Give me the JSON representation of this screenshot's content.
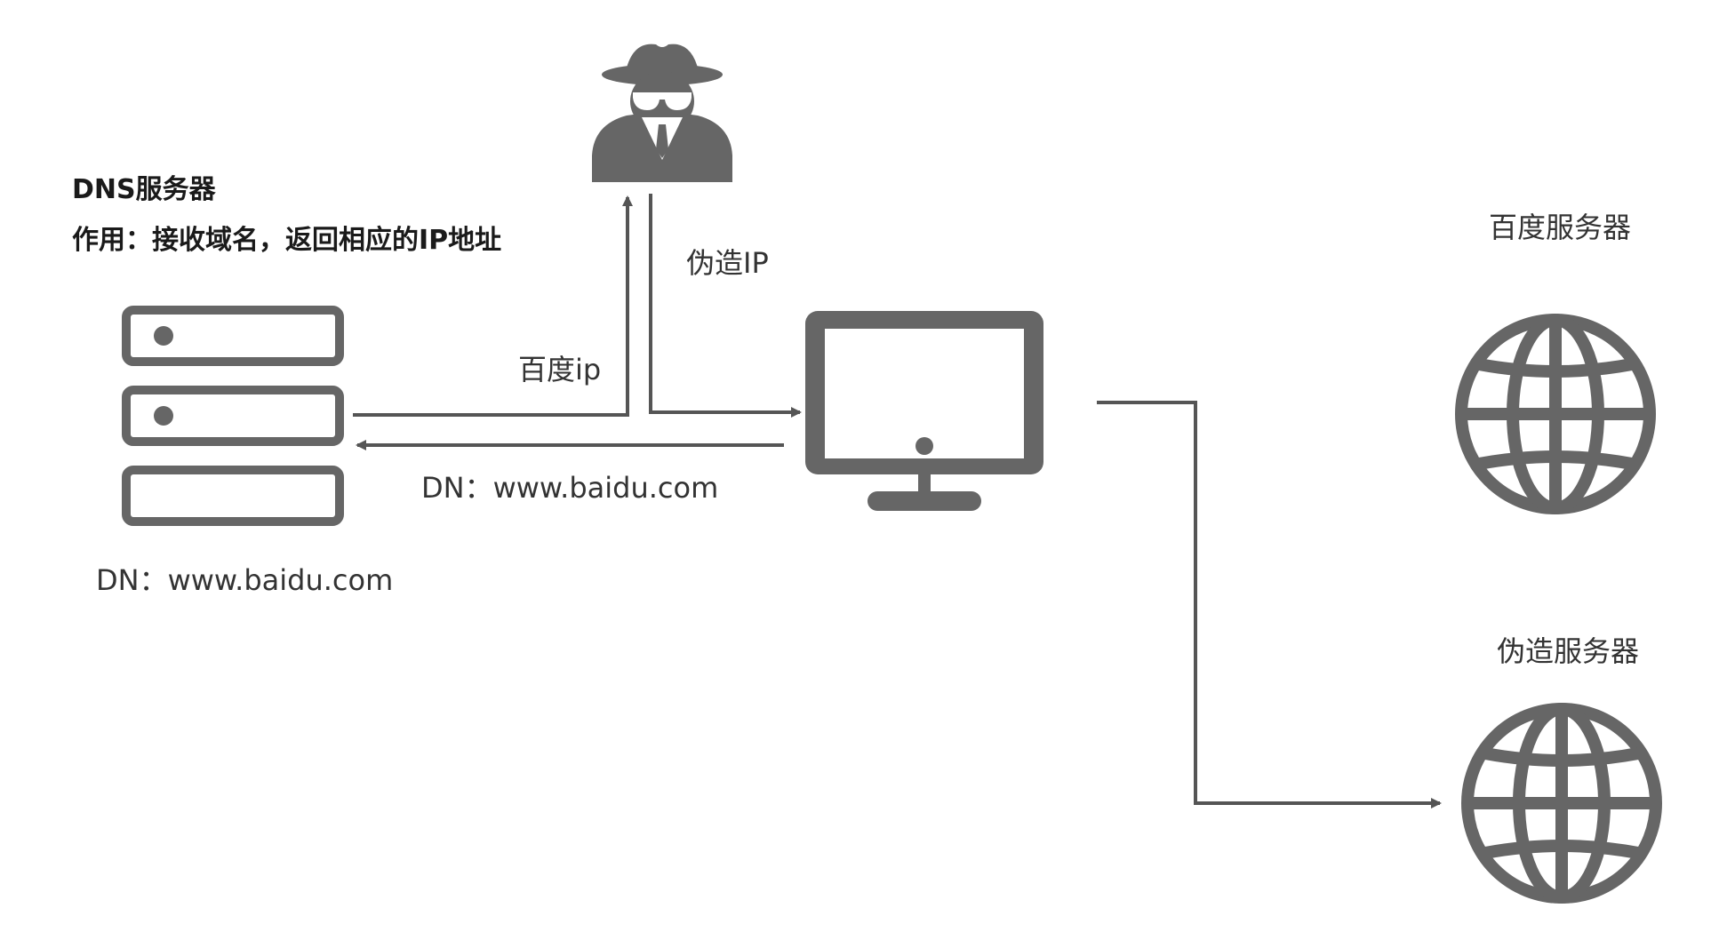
{
  "dns_server": {
    "title": "DNS服务器",
    "description": "作用：接收域名，返回相应的IP地址",
    "domain_label": "DN：www.baidu.com"
  },
  "arrows": {
    "fake_ip_label": "伪造IP",
    "baidu_ip_label": "百度ip",
    "dn_query_label": "DN：www.baidu.com"
  },
  "servers": {
    "baidu_server_label": "百度服务器",
    "fake_server_label": "伪造服务器"
  },
  "icons": {
    "dns": "server-stack-icon",
    "attacker": "spy-hacker-icon",
    "client": "monitor-icon",
    "baidu_server": "globe-icon",
    "fake_server": "globe-icon"
  },
  "colors": {
    "icon": "#666666",
    "line": "#555555"
  }
}
